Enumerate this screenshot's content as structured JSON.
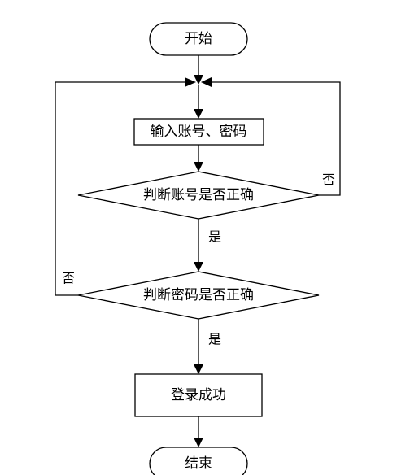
{
  "flowchart": {
    "start": "开始",
    "input": "输入账号、密码",
    "check_account": "判断账号是否正确",
    "check_password": "判断密码是否正确",
    "success": "登录成功",
    "end": "结束",
    "yes_label_1": "是",
    "yes_label_2": "是",
    "no_label_1": "否",
    "no_label_2": "否"
  }
}
